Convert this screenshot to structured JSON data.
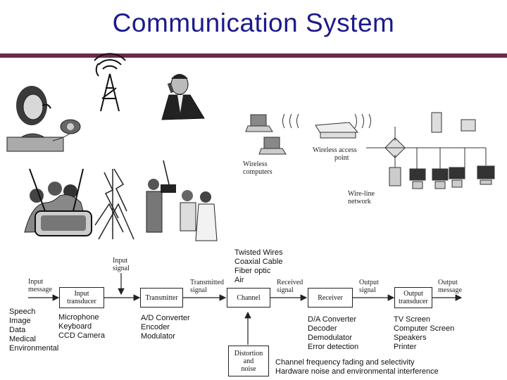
{
  "title": "Communication System",
  "photos": {
    "phone_user_label": "",
    "wireless": {
      "wireless_computers": [
        "Wireless",
        "computers"
      ],
      "access_point": [
        "Wireless access",
        "point"
      ],
      "wireline": [
        "Wire-line",
        "network"
      ]
    }
  },
  "diagram": {
    "input_message": [
      "Input",
      "message"
    ],
    "input_signal": [
      "Input",
      "signal"
    ],
    "transmitted_signal": [
      "Transmitted",
      "signal"
    ],
    "received_signal": [
      "Received",
      "signal"
    ],
    "output_signal": [
      "Output",
      "signal"
    ],
    "output_message": [
      "Output",
      "message"
    ],
    "boxes": {
      "input_transducer": [
        "Input",
        "transducer"
      ],
      "transmitter": "Transmitter",
      "channel": "Channel",
      "receiver": "Receiver",
      "output_transducer": [
        "Output",
        "transducer"
      ],
      "distortion": [
        "Distortion",
        "and",
        "noise"
      ]
    }
  },
  "annotations": {
    "channel_media": [
      "Twisted Wires",
      "Coaxial Cable",
      "Fiber optic",
      "Air"
    ],
    "sources": [
      "Speech",
      "Image",
      "Data",
      "Medical",
      "Environmental"
    ],
    "input_devices": [
      "Microphone",
      "Keyboard",
      "CCD Camera"
    ],
    "transmitter_parts": [
      "A/D Converter",
      "Encoder",
      "Modulator"
    ],
    "receiver_parts": [
      "D/A Converter",
      "Decoder",
      "Demodulator",
      "Error detection"
    ],
    "output_devices": [
      "TV Screen",
      "Computer Screen",
      "Speakers",
      "Printer"
    ],
    "impairments": [
      "Channel frequency fading and selectivity",
      "Hardware noise and environmental interference"
    ]
  }
}
